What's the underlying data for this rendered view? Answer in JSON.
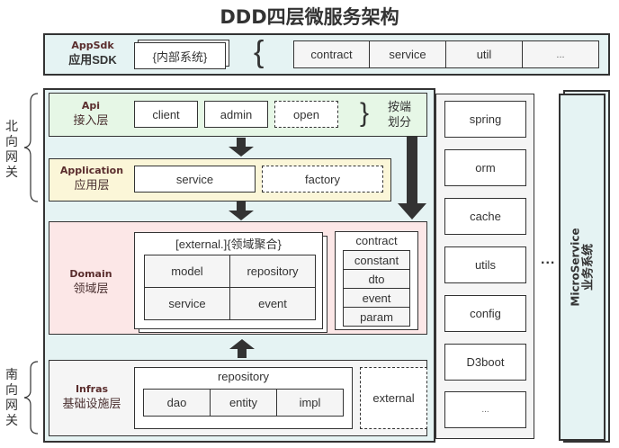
{
  "title": "DDD四层微服务架构",
  "colors": {
    "app_sdk_bg": "#e5f3f3",
    "main_frame_bg": "#e5f3f3",
    "api_bg": "#e6f7e6",
    "application_bg": "#fbf6d8",
    "domain_bg": "#fce7e7",
    "infras_bg": "#f5f5f5",
    "label_color": "#5a2d2d",
    "arrow_color": "#333333"
  },
  "app_sdk": {
    "label_en": "AppSdk",
    "label_cn": "应用SDK",
    "internal_box": "{内部系统}",
    "brace": "{",
    "items": [
      "contract",
      "service",
      "util",
      "..."
    ]
  },
  "north_gateway": {
    "chars": [
      "北",
      "向",
      "网",
      "关"
    ]
  },
  "south_gateway": {
    "chars": [
      "南",
      "向",
      "网",
      "关"
    ]
  },
  "api_layer": {
    "label_en": "Api",
    "label_cn": "接入层",
    "items": [
      "client",
      "admin",
      "open"
    ],
    "brace": "}",
    "note_line1": "按端",
    "note_line2": "划分"
  },
  "application_layer": {
    "label_en": "Application",
    "label_cn": "应用层",
    "items": [
      "service",
      "factory"
    ]
  },
  "domain_layer": {
    "label_en": "Domain",
    "label_cn": "领域层",
    "aggregate_title": "[external.]{领域聚合}",
    "aggregate_cells": [
      "model",
      "repository",
      "service",
      "event"
    ],
    "contract_title": "contract",
    "contract_items": [
      "constant",
      "dto",
      "event",
      "param"
    ]
  },
  "infras_layer": {
    "label_en": "Infras",
    "label_cn": "基础设施层",
    "repository_title": "repository",
    "repository_items": [
      "dao",
      "entity",
      "impl"
    ],
    "external": "external"
  },
  "common_column": {
    "items": [
      "spring",
      "orm",
      "cache",
      "utils",
      "config",
      "D3boot",
      "..."
    ]
  },
  "ellipsis": "...",
  "microservice": {
    "label_en": "MicroService",
    "label_cn": "业务系统"
  }
}
